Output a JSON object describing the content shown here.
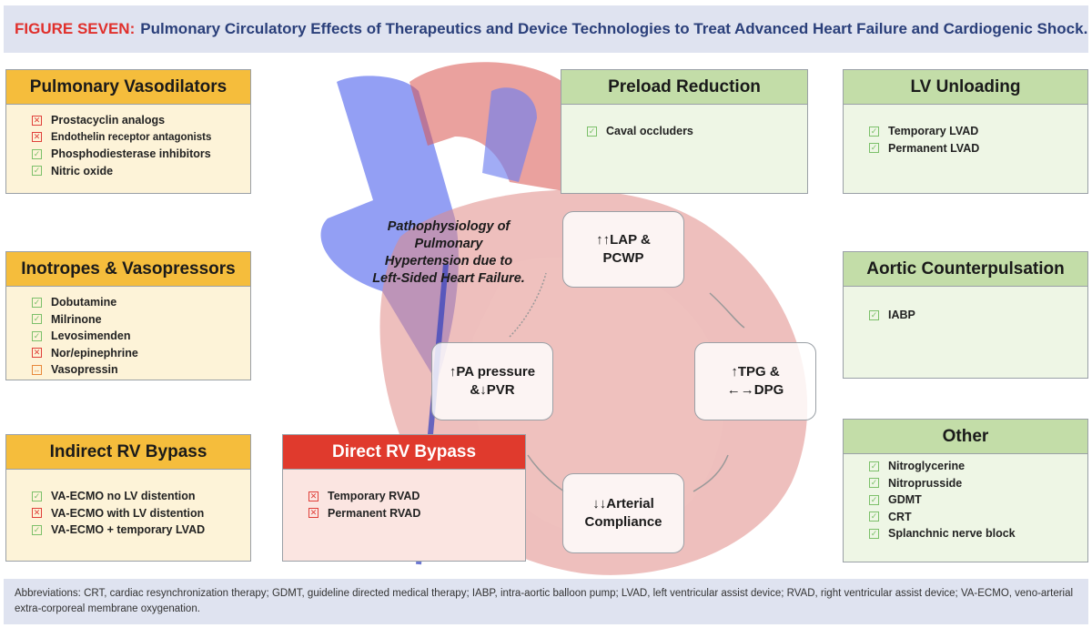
{
  "title": {
    "label": "FIGURE SEVEN:",
    "text": "Pulmonary Circulatory Effects of Therapeutics and Device Technologies to Treat Advanced Heart Failure and Cardiogenic Shock."
  },
  "colors": {
    "orange_header": "#f5bd3c",
    "green_header": "#c3dda8",
    "red_header": "#e03a2d",
    "check": "#7cc06a",
    "cross": "#e0403a"
  },
  "panels": {
    "pulmonary_vasodilators": {
      "title": "Pulmonary Vasodilators",
      "items": [
        {
          "label": "Prostacyclin analogs",
          "mark": "cross"
        },
        {
          "label": "Endothelin receptor antagonists",
          "mark": "cross"
        },
        {
          "label": "Phosphodiesterase inhibitors",
          "mark": "check"
        },
        {
          "label": "Nitric oxide",
          "mark": "check"
        }
      ]
    },
    "inotropes": {
      "title": "Inotropes & Vasopressors",
      "items": [
        {
          "label": "Dobutamine",
          "mark": "check"
        },
        {
          "label": "Milrinone",
          "mark": "check"
        },
        {
          "label": "Levosimenden",
          "mark": "check"
        },
        {
          "label": "Nor/epinephrine",
          "mark": "cross"
        },
        {
          "label": "Vasopressin",
          "mark": "neutral"
        }
      ]
    },
    "indirect_rv": {
      "title": "Indirect RV Bypass",
      "items": [
        {
          "label": "VA-ECMO no LV distention",
          "mark": "check"
        },
        {
          "label": "VA-ECMO with LV distention",
          "mark": "cross"
        },
        {
          "label": "VA-ECMO + temporary LVAD",
          "mark": "check"
        }
      ]
    },
    "direct_rv": {
      "title": "Direct RV Bypass",
      "items": [
        {
          "label": "Temporary RVAD",
          "mark": "cross"
        },
        {
          "label": "Permanent RVAD",
          "mark": "cross"
        }
      ]
    },
    "preload": {
      "title": "Preload Reduction",
      "items": [
        {
          "label": "Caval occluders",
          "mark": "check"
        }
      ]
    },
    "lv_unloading": {
      "title": "LV Unloading",
      "items": [
        {
          "label": "Temporary LVAD",
          "mark": "check"
        },
        {
          "label": "Permanent LVAD",
          "mark": "check"
        }
      ]
    },
    "aortic": {
      "title": "Aortic Counterpulsation",
      "items": [
        {
          "label": "IABP",
          "mark": "check"
        }
      ]
    },
    "other": {
      "title": "Other",
      "items": [
        {
          "label": "Nitroglycerine",
          "mark": "check"
        },
        {
          "label": "Nitroprusside",
          "mark": "check"
        },
        {
          "label": "GDMT",
          "mark": "check"
        },
        {
          "label": "CRT",
          "mark": "check"
        },
        {
          "label": "Splanchnic nerve block",
          "mark": "check"
        }
      ]
    }
  },
  "cycle": {
    "title": "Pathophysiology of\nPulmonary\nHypertension due to\nLeft-Sided Heart Failure.",
    "lap": "↑↑LAP &\nPCWP",
    "tpg": "↑TPG &\n←→DPG",
    "arterial": "↓↓Arterial\nCompliance",
    "pa": "↑PA pressure\n&↓PVR"
  },
  "footer": "Abbreviations: CRT, cardiac resynchronization therapy; GDMT, guideline directed medical therapy; IABP, intra-aortic balloon pump; LVAD, left ventricular assist device; RVAD, right ventricular assist device; VA-ECMO, veno-arterial extra-corporeal membrane oxygenation."
}
